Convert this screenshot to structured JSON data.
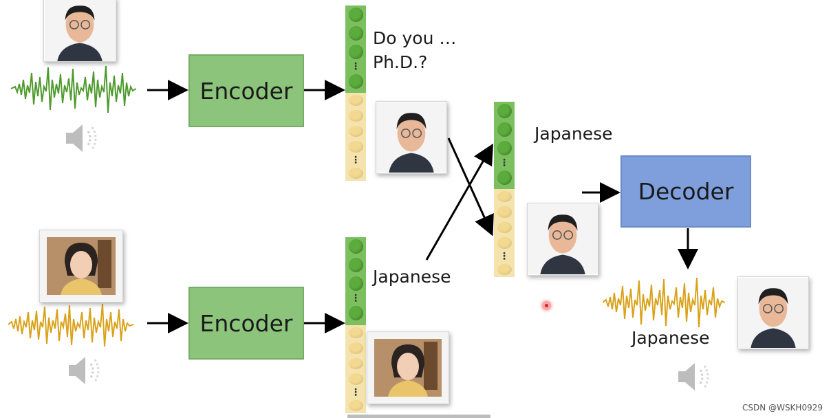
{
  "encoder_top_label": "Encoder",
  "encoder_bottom_label": "Encoder",
  "decoder_label": "Decoder",
  "content_text": "Do you … Ph.D.?",
  "speaker_text_vector_label": "Japanese",
  "speaker_mid_label": "Japanese",
  "speaker_output_label": "Japanese",
  "watermark": "CSDN @WSKH0929",
  "colors": {
    "encoder": "#8cc47b",
    "decoder": "#7f9fdc",
    "speaker_vector": "#5cab3d",
    "content_vector": "#f3d890",
    "waveform_male": "#4f9a2e",
    "waveform_female": "#d9a21a",
    "pointer": "#e02020"
  },
  "icons": [
    "speaker-icon",
    "male-face-photo",
    "female-face-photo"
  ]
}
